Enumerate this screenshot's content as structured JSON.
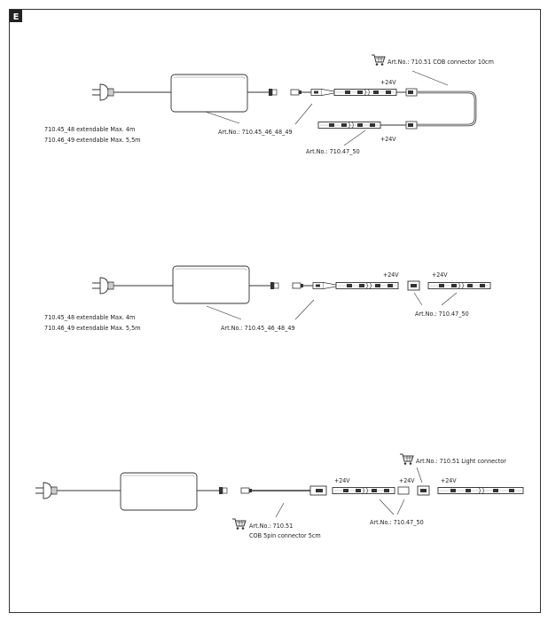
{
  "section_letter": "E",
  "diagram1": {
    "connector_art": "Art.No.: 710.51 COB connector 10cm",
    "voltage_top": "+24V",
    "voltage_bottom": "+24V",
    "supply_art": "Art.No.: 710.45_46_48_49",
    "strip_art": "Art.No.: 710.47_50",
    "ext_line1": "710.45_48 extendable Max. 4m",
    "ext_line2": "710.46_49 extendable Max. 5,5m"
  },
  "diagram2": {
    "voltage_1": "+24V",
    "voltage_2": "+24V",
    "supply_art": "Art.No.: 710.45_46_48_49",
    "strip_art": "Art.No.: 710.47_50",
    "ext_line1": "710.45_48 extendable Max. 4m",
    "ext_line2": "710.46_49 extendable Max. 5,5m"
  },
  "diagram3": {
    "light_connector_art": "Art.No.: 710.51  Light connector",
    "voltage_1": "+24V",
    "voltage_2": "+24V",
    "voltage_3": "+24V",
    "strip_art": "Art.No.: 710.47_50",
    "spin_art_line1": "Art.No.: 710.51",
    "spin_art_line2": "COB 5pin connector 5cm"
  }
}
